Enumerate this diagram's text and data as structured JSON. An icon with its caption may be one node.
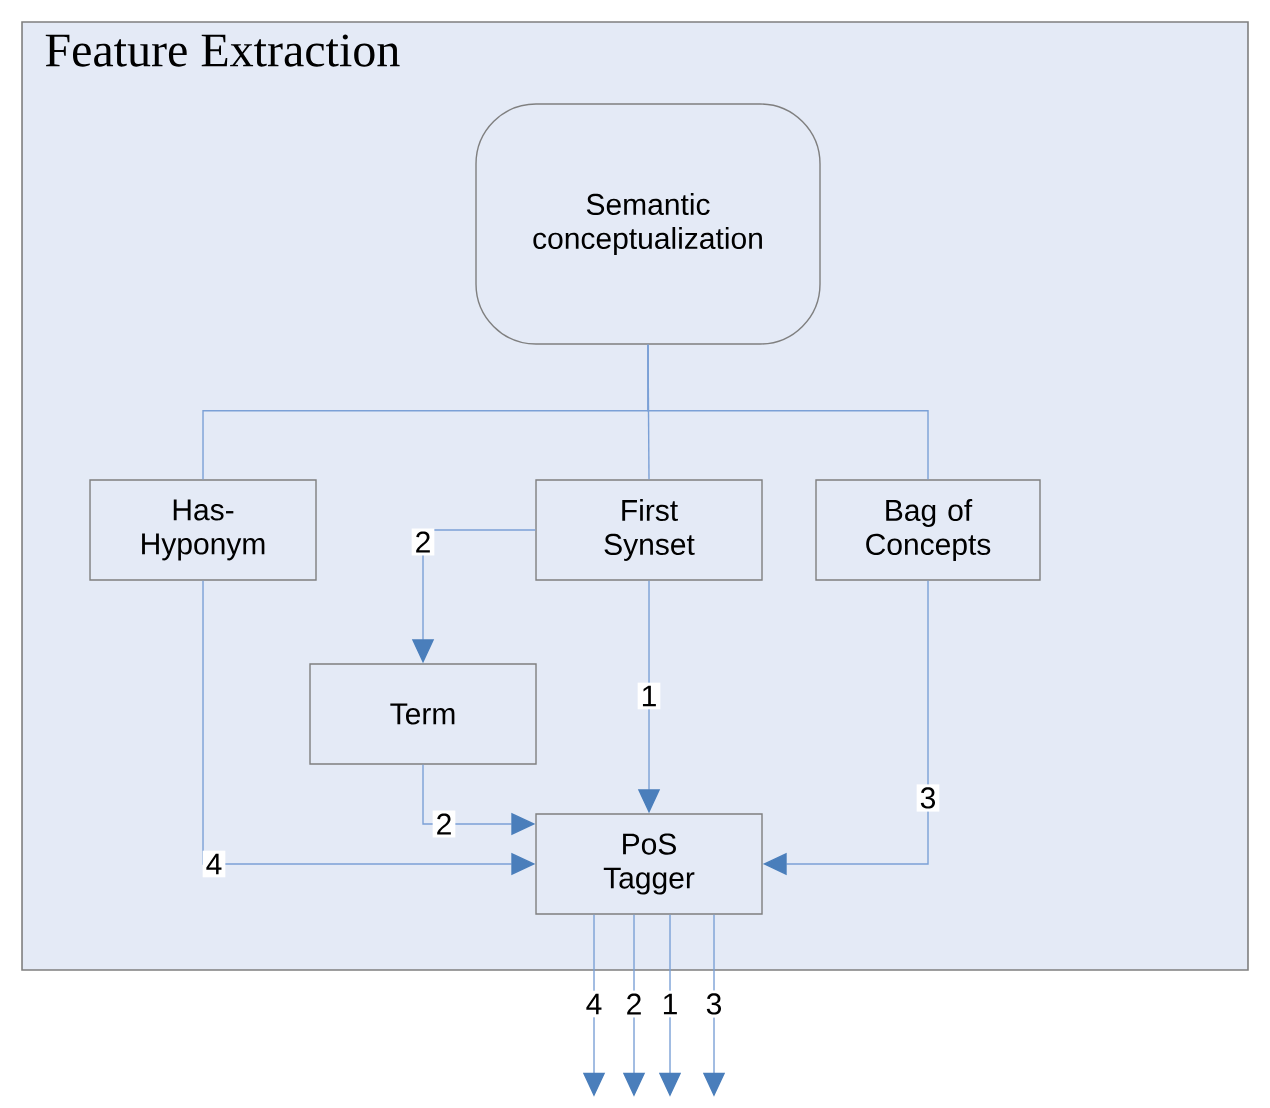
{
  "diagram": {
    "nodes": [
      {
        "text": [
          "Feature Extraction"
        ]
      },
      {
        "text": [
          "Semantic conceptualization"
        ],
        "in": 0
      },
      {
        "text": [
          "Has-Hyponym"
        ],
        "in": 0
      },
      {
        "text": [
          "First Synset"
        ],
        "in": 0
      },
      {
        "text": [
          "Bag of Concepts"
        ],
        "in": 0
      },
      {
        "text": [
          "Term"
        ],
        "in": 0
      },
      {
        "text": [
          "PoS Tagger"
        ],
        "in": 0
      }
    ],
    "edges": [
      {
        "from": 1,
        "to": 2,
        "arrow": "none"
      },
      {
        "from": 1,
        "to": 3,
        "arrow": "none"
      },
      {
        "from": 1,
        "to": 4,
        "arrow": "none"
      },
      {
        "from": 3,
        "to": 5,
        "arrow": "to",
        "label": "2"
      },
      {
        "from": 3,
        "to": 6,
        "arrow": "to",
        "label": "1"
      },
      {
        "from": 5,
        "to": 6,
        "arrow": "to",
        "label": "2"
      },
      {
        "from": 2,
        "to": 6,
        "arrow": "to",
        "label": "4"
      },
      {
        "from": 4,
        "to": 6,
        "arrow": "to",
        "label": "3"
      },
      {
        "from": 6,
        "to": null,
        "arrow": "to",
        "label": "4"
      },
      {
        "from": 6,
        "to": null,
        "arrow": "to",
        "label": "2"
      },
      {
        "from": 6,
        "to": null,
        "arrow": "to",
        "label": "1"
      },
      {
        "from": 6,
        "to": null,
        "arrow": "to",
        "label": "3"
      }
    ]
  }
}
